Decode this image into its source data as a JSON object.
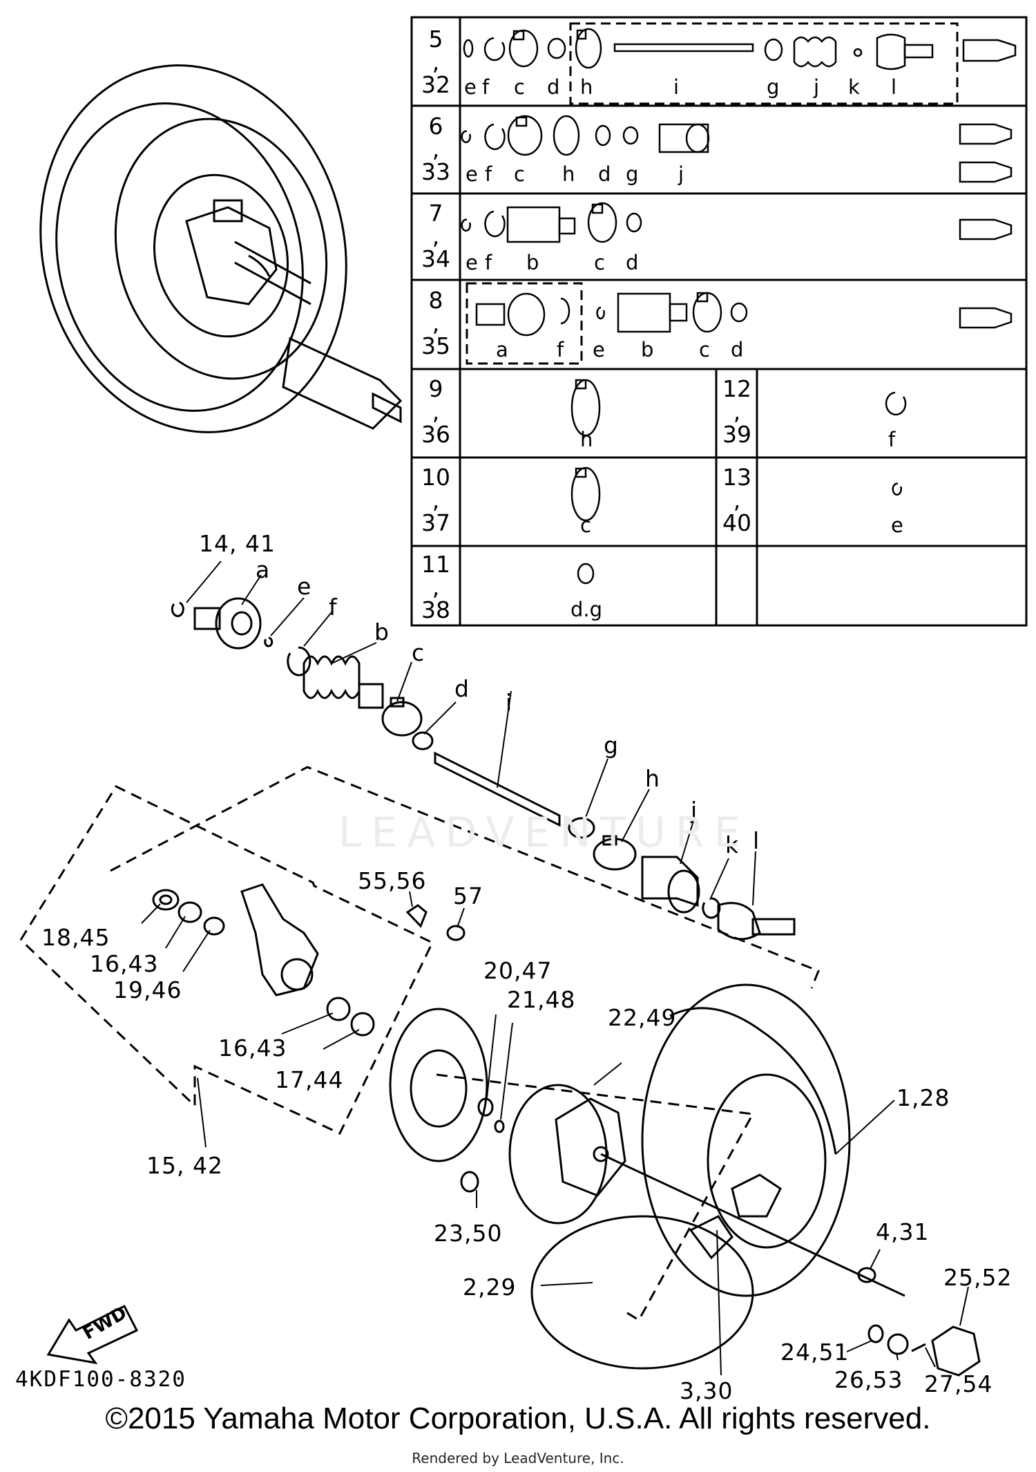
{
  "diagram_code": "4KDF100-8320",
  "fwd_label": "FWD",
  "watermark": "LEADVENTURE",
  "copyright": "©2015 Yamaha Motor Corporation, U.S.A. All rights reserved.",
  "rendered_by": "Rendered by LeadVenture, Inc.",
  "table": {
    "rows": [
      {
        "num": [
          "5",
          ",",
          "32"
        ],
        "letters": [
          "e",
          "f",
          "c",
          "d",
          "h",
          "i",
          "g",
          "j",
          "k",
          "l"
        ]
      },
      {
        "num": [
          "6",
          ",",
          "33"
        ],
        "letters": [
          "e",
          "f",
          "c",
          "h",
          "d",
          "g",
          "j"
        ]
      },
      {
        "num": [
          "7",
          ",",
          "34"
        ],
        "letters": [
          "e",
          "f",
          "b",
          "c",
          "d"
        ]
      },
      {
        "num": [
          "8",
          ",",
          "35"
        ],
        "letters": [
          "a",
          "f",
          "e",
          "b",
          "c",
          "d"
        ]
      },
      {
        "num": [
          "9",
          ",",
          "36"
        ],
        "letters": [
          "h"
        ],
        "num2": [
          "12",
          ",",
          "39"
        ],
        "letters2": [
          "f"
        ]
      },
      {
        "num": [
          "10",
          ",",
          "37"
        ],
        "letters": [
          "c"
        ],
        "num2": [
          "13",
          ",",
          "40"
        ],
        "letters2": [
          "e"
        ]
      },
      {
        "num": [
          "11",
          ",",
          "38"
        ],
        "letters": [
          "d.g"
        ]
      }
    ]
  },
  "callouts": {
    "c14_41": "14, 41",
    "a": "a",
    "e": "e",
    "f": "f",
    "b": "b",
    "c": "c",
    "d": "d",
    "i": "i",
    "g": "g",
    "h": "h",
    "j": "j",
    "k": "k",
    "l": "l",
    "c55_56": "55,56",
    "c57": "57",
    "c18_45": "18,45",
    "c16_43a": "16,43",
    "c19_46": "19,46",
    "c16_43b": "16,43",
    "c17_44": "17,44",
    "c15_42": "15, 42",
    "c20_47": "20,47",
    "c21_48": "21,48",
    "c22_49": "22,49",
    "c23_50": "23,50",
    "c1_28": "1,28",
    "c4_31": "4,31",
    "c25_52": "25,52",
    "c2_29": "2,29",
    "c24_51": "24,51",
    "c26_53": "26,53",
    "c27_54": "27,54",
    "c3_30": "3,30"
  }
}
